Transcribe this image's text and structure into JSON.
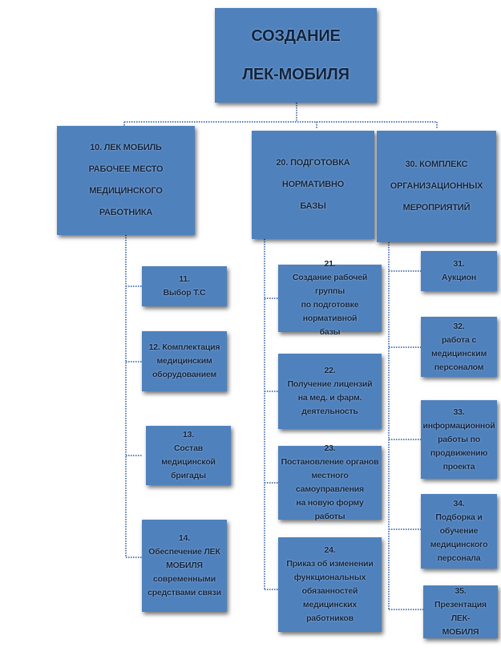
{
  "root": {
    "label": "СОЗДАНИЕ\nЛЕК-МОБИЛЯ"
  },
  "branches": [
    {
      "label": "10. ЛЕК МОБИЛЬ\nРАБОЧЕЕ МЕСТО\nМЕДИЦИНСКОГО\nРАБОТНИКА",
      "tasks": [
        "11.\nВыбор Т.С",
        "12. Комплектация\nмедицинским\nоборудованием",
        "13.\nСостав медицинской\nбригады",
        "14.\nОбеспечение ЛЕК\nМОБИЛЯ\nсовременными\nсредствами связи"
      ]
    },
    {
      "label": "20. ПОДГОТОВКА НОРМАТИВНО\nБАЗЫ",
      "tasks": [
        "21.\nСоздание рабочей группы\nпо подготовке нормативной\nбазы",
        "22.\nПолучение лицензий\nна мед. и фарм.\nдеятельность",
        "23.\nПостановление органов\nместного самоуправления\nна новую форму работы",
        "24.\nПриказ об изменении\nфункциональных\nобязанностей медицинских\nработников"
      ]
    },
    {
      "label": "30. КОМПЛЕКС\nОРГАНИЗАЦИОННЫХ\nМЕРОПРИЯТИЙ",
      "tasks": [
        "31.\nАукцион",
        "32.\nработа с\nмедицинским\nперсоналом",
        "33.\nинформационной\nработы по\nпродвижению\nпроекта",
        "34.\nПодборка и\nобучение\nмедицинского\nперсонала",
        "35.\nПрезентация ЛЕК-\nМОБИЛЯ"
      ]
    }
  ],
  "colors": {
    "box_fill": "#4f81bd",
    "box_text": "#10243f",
    "connector": "#5a7fb5"
  }
}
